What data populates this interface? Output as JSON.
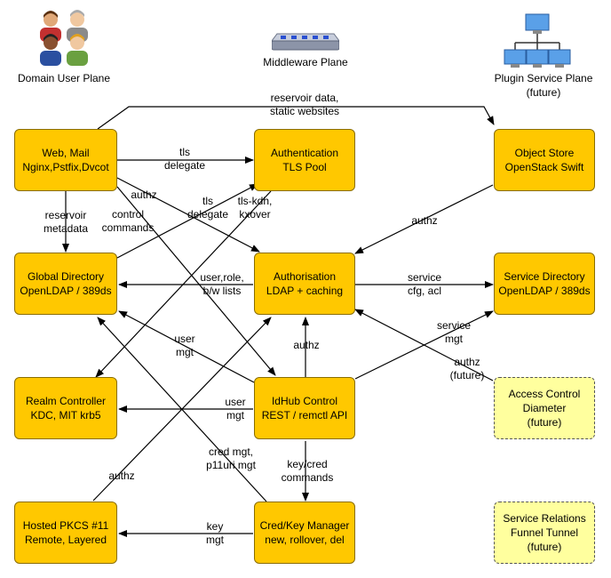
{
  "planes": {
    "domain_user": "Domain User Plane",
    "middleware": "Middleware Plane",
    "plugin_service": "Plugin Service Plane",
    "plugin_service_note": "(future)"
  },
  "nodes": {
    "web_mail": {
      "line1": "Web, Mail",
      "line2": "Nginx,Pstfix,Dvcot"
    },
    "authentication": {
      "line1": "Authentication",
      "line2": "TLS Pool"
    },
    "object_store": {
      "line1": "Object Store",
      "line2": "OpenStack Swift"
    },
    "global_directory": {
      "line1": "Global Directory",
      "line2": "OpenLDAP / 389ds"
    },
    "authorisation": {
      "line1": "Authorisation",
      "line2": "LDAP + caching"
    },
    "service_directory": {
      "line1": "Service Directory",
      "line2": "OpenLDAP / 389ds"
    },
    "realm_controller": {
      "line1": "Realm Controller",
      "line2": "KDC, MIT krb5"
    },
    "idhub_control": {
      "line1": "IdHub Control",
      "line2": "REST / remctl API"
    },
    "access_control": {
      "line1": "Access Control",
      "line2": "Diameter",
      "line3": "(future)"
    },
    "hosted_pkcs": {
      "line1": "Hosted PKCS #11",
      "line2": "Remote, Layered"
    },
    "cred_key_manager": {
      "line1": "Cred/Key Manager",
      "line2": "new, rollover, del"
    },
    "service_relations": {
      "line1": "Service Relations",
      "line2": "Funnel Tunnel",
      "line3": "(future)"
    }
  },
  "edges": {
    "reservoir_data": {
      "line1": "reservoir data,",
      "line2": "static websites"
    },
    "tls_delegate_top": {
      "line1": "tls",
      "line2": "delegate"
    },
    "authz_web": "authz",
    "reservoir_metadata": {
      "line1": "reservoir",
      "line2": "metadata"
    },
    "control_commands": {
      "line1": "control",
      "line2": "commands"
    },
    "tls_delegate_mid": {
      "line1": "tls",
      "line2": "delegate"
    },
    "tls_kdh": {
      "line1": "tls-kdh,",
      "line2": "kxover"
    },
    "authz_object": "authz",
    "user_role": {
      "line1": "user,role,",
      "line2": "b/w lists"
    },
    "service_cfg": {
      "line1": "service",
      "line2": "cfg, acl"
    },
    "user_mgt_diag": {
      "line1": "user",
      "line2": "mgt"
    },
    "authz_idhub": "authz",
    "service_mgt": {
      "line1": "service",
      "line2": "mgt"
    },
    "authz_future": {
      "line1": "authz",
      "line2": "(future)"
    },
    "user_mgt_realm": {
      "line1": "user",
      "line2": "mgt"
    },
    "cred_mgt": {
      "line1": "cred mgt,",
      "line2": "p11uri mgt"
    },
    "key_cred_commands": {
      "line1": "key/cred",
      "line2": "commands"
    },
    "authz_pkcs": "authz",
    "key_mgt": {
      "line1": "key",
      "line2": "mgt"
    }
  },
  "colors": {
    "box_fill": "#ffc800",
    "future_fill": "#ffff9e",
    "line": "#000000"
  },
  "icons": [
    "domain-users-icon",
    "network-switch-icon",
    "network-computers-icon"
  ]
}
